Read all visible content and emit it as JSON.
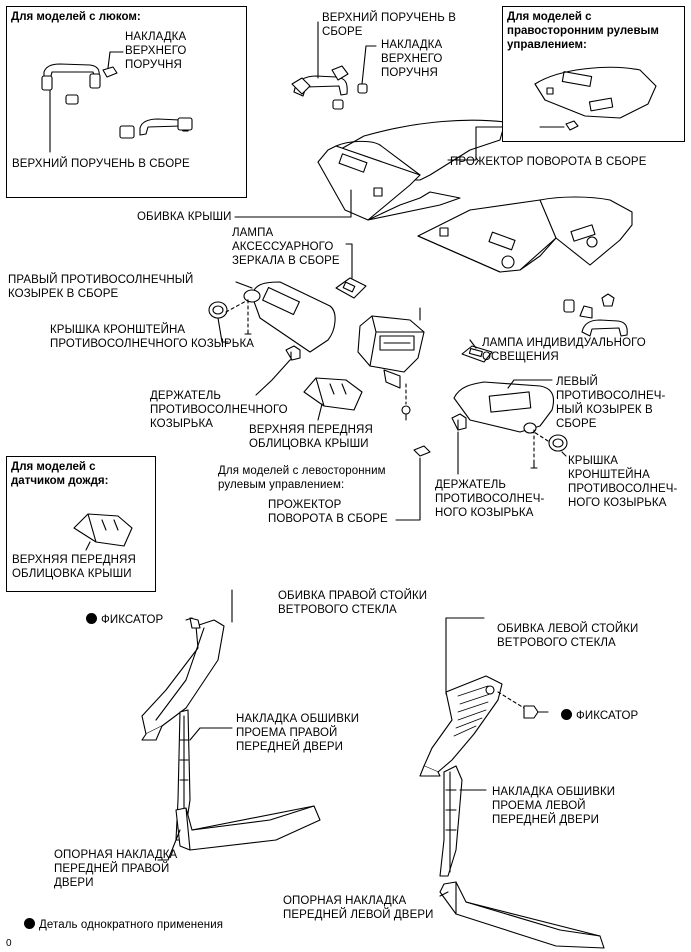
{
  "boxes": {
    "sunroof": {
      "title": "Для моделей с люком:"
    },
    "rhd": {
      "title": "Для моделей с\nправосторонним рулевым\nуправлением:"
    },
    "rain": {
      "title": "Для моделей с\nдатчиком дождя:"
    }
  },
  "labels": {
    "sunroof_cover": "НАКЛАДКА\nВЕРХНЕГО\nПОРУЧНЯ",
    "sunroof_grip": "ВЕРХНИЙ ПОРУЧЕНЬ В СБОРЕ",
    "top_grip": "ВЕРХНИЙ ПОРУЧЕНЬ В\nСБОРЕ",
    "top_cover": "НАКЛАДКА\nВЕРХНЕГО\nПОРУЧНЯ",
    "spot_rhd": "ПРОЖЕКТОР ПОВОРОТА В СБОРЕ",
    "headliner": "ОБИВКА КРЫШИ",
    "vanity_lamp": "ЛАМПА\nАКСЕССУАРНОГО\nЗЕРКАЛА В СБОРЕ",
    "right_visor": "ПРАВЫЙ ПРОТИВОСОЛНЕЧНЫЙ\nКОЗЫРЕК В СБОРЕ",
    "visor_cover_r": "КРЫШКА КРОНШТЕЙНА\nПРОТИВОСОЛНЕЧНОГО КОЗЫРЬКА",
    "personal_lamp": "ЛАМПА ИНДИВИДУАЛЬНОГО\nОСВЕЩЕНИЯ",
    "holder_r": "ДЕРЖАТЕЛЬ\nПРОТИВОСОЛНЕЧНОГО\nКОЗЫРЬКА",
    "front_trim": "ВЕРХНЯЯ ПЕРЕДНЯЯ\nОБЛИЦОВКА КРЫШИ",
    "left_visor": "ЛЕВЫЙ\nПРОТИВОСОЛНЕЧ-\nНЫЙ КОЗЫРЕК В\nСБОРЕ",
    "lhd_note": "Для моделей с левосторонним\nрулевым управлением:",
    "spot_lhd": "ПРОЖЕКТОР\nПОВОРОТА В СБОРЕ",
    "holder_l": "ДЕРЖАТЕЛЬ\nПРОТИВОСОЛНЕЧ-\nНОГО КОЗЫРЬКА",
    "visor_cover_l": "КРЫШКА\nКРОНШТЕЙНА\nПРОТИВОСОЛНЕЧ-\nНОГО КОЗЫРЬКА",
    "rain_trim": "ВЕРХНЯЯ ПЕРЕДНЯЯ\nОБЛИЦОВКА КРЫШИ",
    "clip_r": "ФИКСАТОР",
    "pillar_r": "ОБИВКА ПРАВОЙ СТОЙКИ\nВЕТРОВОГО СТЕКЛА",
    "door_trim_r": "НАКЛАДКА ОБШИВКИ\nПРОЕМА ПРАВОЙ\nПЕРЕДНЕЙ ДВЕРИ",
    "scuff_r": "ОПОРНАЯ НАКЛАДКА\nПЕРЕДНЕЙ ПРАВОЙ\nДВЕРИ",
    "pillar_l": "ОБИВКА ЛЕВОЙ СТОЙКИ\nВЕТРОВОГО СТЕКЛА",
    "clip_l": "ФИКСАТОР",
    "door_trim_l": "НАКЛАДКА ОБШИВКИ\nПРОЕМА ЛЕВОЙ\nПЕРЕДНЕЙ ДВЕРИ",
    "scuff_l": "ОПОРНАЯ НАКЛАДКА\nПЕРЕДНЕЙ ЛЕВОЙ ДВЕРИ",
    "legend": "Деталь однократного применения",
    "page_code": "0"
  }
}
